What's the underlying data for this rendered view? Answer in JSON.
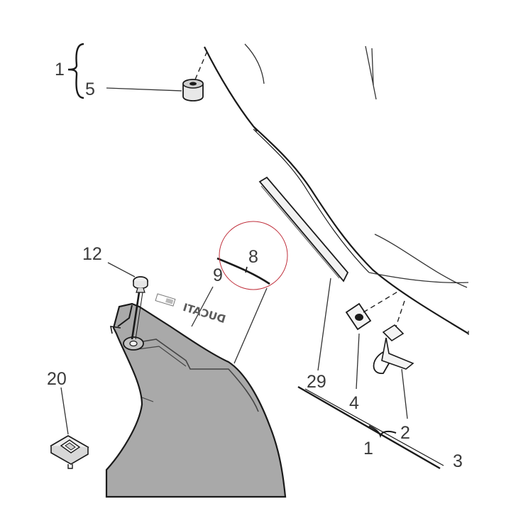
{
  "labels": {
    "l1_top": "1",
    "l5": "5",
    "l12": "12",
    "l8": "8",
    "l9": "9",
    "l20": "20",
    "l29": "29",
    "l4": "4",
    "l2": "2",
    "l1_bottom": "1",
    "l3": "3"
  },
  "logo": {
    "text": "DUCATI"
  },
  "icons": {
    "grommet": "rubber-grommet-icon",
    "screw": "screw-icon",
    "clip": "rectangular-clip-icon",
    "nut": "speed-nut-icon",
    "bracket": "bracket-clip-icon",
    "strip": "rubber-strip-icon"
  },
  "colors": {
    "panel_fill": "#a9a9a9",
    "line": "#1a1a1a",
    "highlight_circle": "#c0303c",
    "text": "#3a3a3a"
  }
}
